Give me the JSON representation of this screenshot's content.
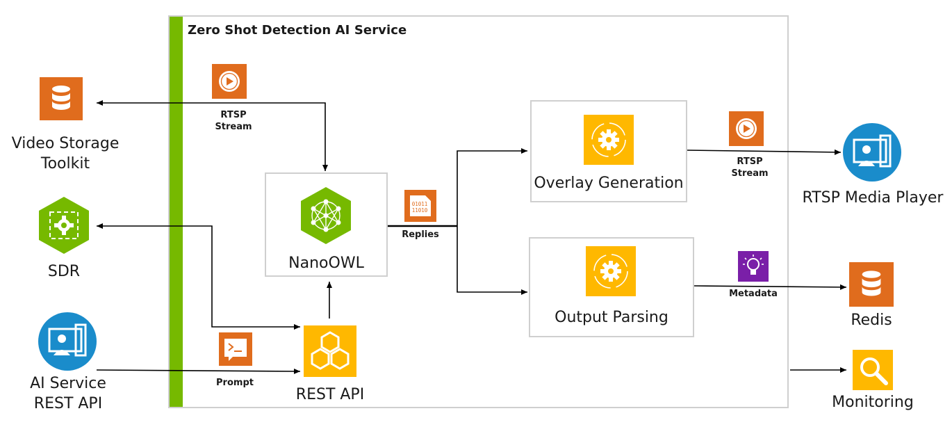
{
  "service": {
    "title": "Zero Shot Detection AI Service"
  },
  "nodes": {
    "nanoowl": "NanoOWL",
    "rest_api": "REST API",
    "overlay": "Overlay Generation",
    "output_parsing": "Output Parsing"
  },
  "external": {
    "video_storage": [
      "Video Storage",
      "Toolkit"
    ],
    "sdr": "SDR",
    "ai_service": [
      "AI Service",
      "REST API"
    ],
    "rtsp_player": "RTSP Media Player",
    "redis": "Redis",
    "monitoring": "Monitoring"
  },
  "edge_labels": {
    "rtsp_stream_top": [
      "RTSP",
      "Stream"
    ],
    "rtsp_stream_right": [
      "RTSP",
      "Stream"
    ],
    "replies": "Replies",
    "metadata": "Metadata",
    "prompt": "Prompt"
  },
  "icon_texts": {
    "binary_line1": "01011",
    "binary_line2": "11010"
  },
  "colors": {
    "nvidia_green": "#76b900",
    "orange": "#e06c1d",
    "yellow": "#ffb800",
    "blue": "#1a8ccb",
    "purple": "#7a1fa8",
    "border": "#cfcfcf"
  }
}
